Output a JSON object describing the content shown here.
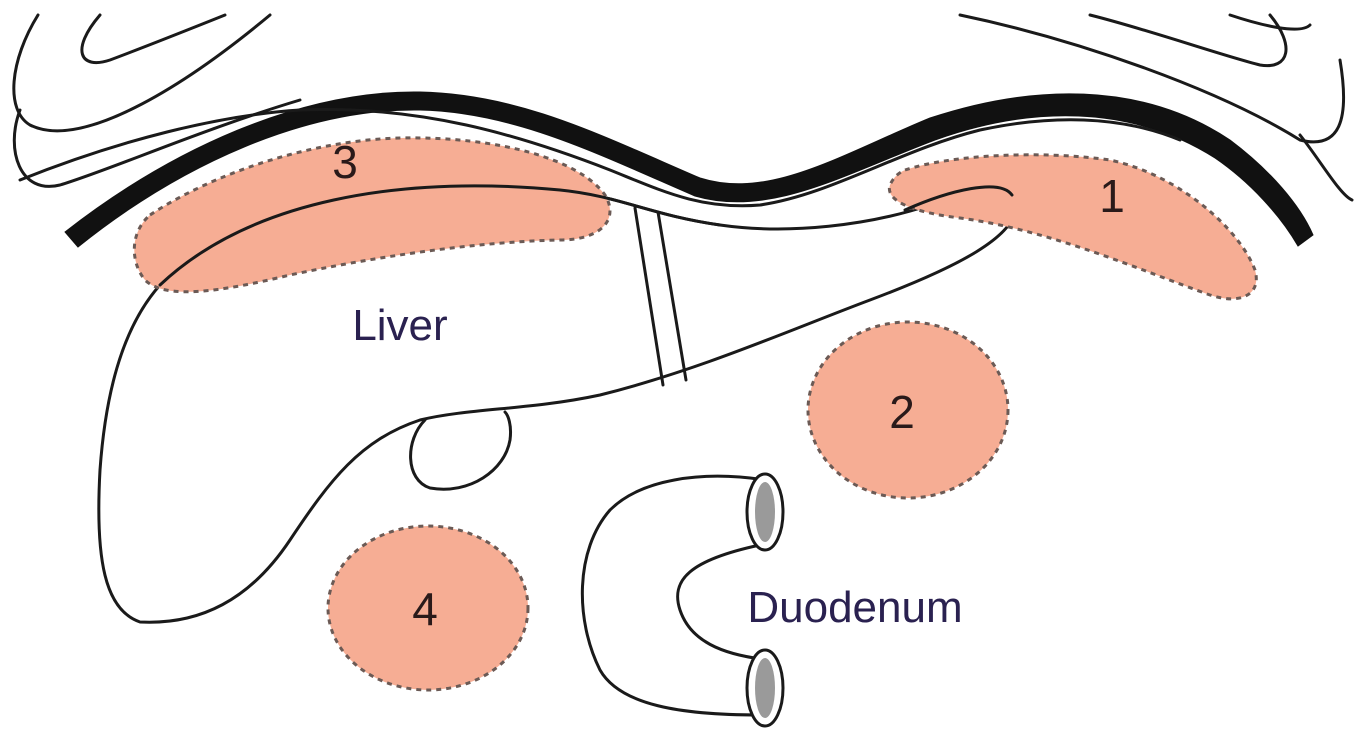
{
  "colors": {
    "region_fill": "#f6ad94",
    "region_stroke": "#6b5a55",
    "outline": "#1a1a1a",
    "wall": "#111111",
    "lumen": "#9a9a9a",
    "label_text": "#2a2150"
  },
  "labels": {
    "liver": "Liver",
    "duodenum": "Duodenum"
  },
  "regions": [
    {
      "id": "1",
      "label": "1"
    },
    {
      "id": "2",
      "label": "2"
    },
    {
      "id": "3",
      "label": "3"
    },
    {
      "id": "4",
      "label": "4"
    }
  ]
}
